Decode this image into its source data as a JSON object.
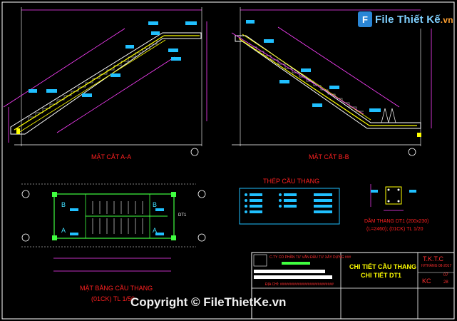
{
  "watermark": {
    "logo_text": "File Thiết Kế",
    "logo_suffix": ".vn",
    "copyright": "Copyright © FileThietKe.vn"
  },
  "sections": {
    "section_aa": "MẶT CẮT A-A",
    "section_bb": "MẶT CẮT B-B",
    "stair_steel": "THÉP CẦU THANG",
    "beam_title": "DẦM THANG DT1 (200x230)",
    "beam_sub": "(L=2460); (01CK) TL 1/20",
    "plan_title": "MẶT BẰNG CẦU THANG",
    "plan_sub": "(01CK) TL 1/50"
  },
  "plan_labels": {
    "b_left": "B",
    "a_left": "A",
    "b_right": "B",
    "a_right": "A",
    "dt1": "DT1"
  },
  "title_block": {
    "company_line": "C.TY CỔ PHẦN TƯ VẤN ĐẦU TƯ XÂY DỰNG ###",
    "address_line": "ĐỊA CHỈ: ###########################",
    "drawing_title_1": "CHI TIẾT CẦU THANG",
    "drawing_title_2": "CHI TIẾT DT1",
    "tktc": "T.K.T.C",
    "date": "H/THÁNG 08-2017",
    "discipline": "KC",
    "sheet_no": "07",
    "sheet_total": "28"
  },
  "colors": {
    "background": "#000000",
    "frame": "#ffffff",
    "dimension": "#ff40ff",
    "stair_outline": "#ffffff",
    "rebar": "#ffff00",
    "tag": "#20c0ff",
    "title_red": "#ff2020",
    "plan_green": "#40ff40"
  }
}
